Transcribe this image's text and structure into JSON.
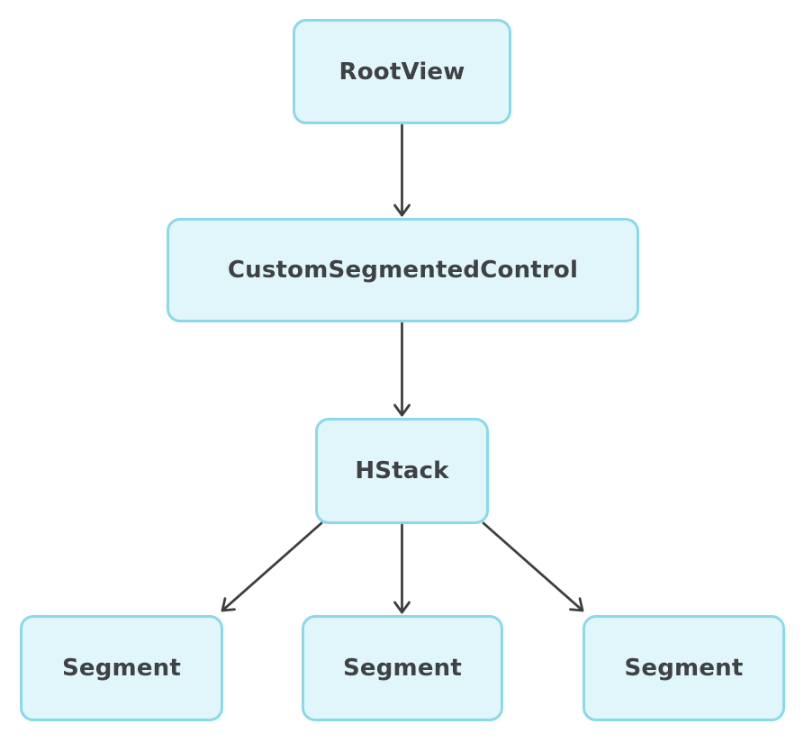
{
  "diagram": {
    "kind": "view-hierarchy-flowchart",
    "nodes": [
      {
        "id": "rootview",
        "label": "RootView"
      },
      {
        "id": "customsegmentedcontrol",
        "label": "CustomSegmentedControl"
      },
      {
        "id": "hstack",
        "label": "HStack"
      },
      {
        "id": "segment-1",
        "label": "Segment"
      },
      {
        "id": "segment-2",
        "label": "Segment"
      },
      {
        "id": "segment-3",
        "label": "Segment"
      }
    ],
    "edges": [
      {
        "from": "rootview",
        "to": "customsegmentedcontrol"
      },
      {
        "from": "customsegmentedcontrol",
        "to": "hstack"
      },
      {
        "from": "hstack",
        "to": "segment-1"
      },
      {
        "from": "hstack",
        "to": "segment-2"
      },
      {
        "from": "hstack",
        "to": "segment-3"
      }
    ],
    "colors": {
      "background": "#ffffff",
      "node_fill": "#e1f6fb",
      "node_border": "#8bd8ea",
      "node_text": "#3f4245",
      "arrow": "#3f3f3f"
    }
  }
}
